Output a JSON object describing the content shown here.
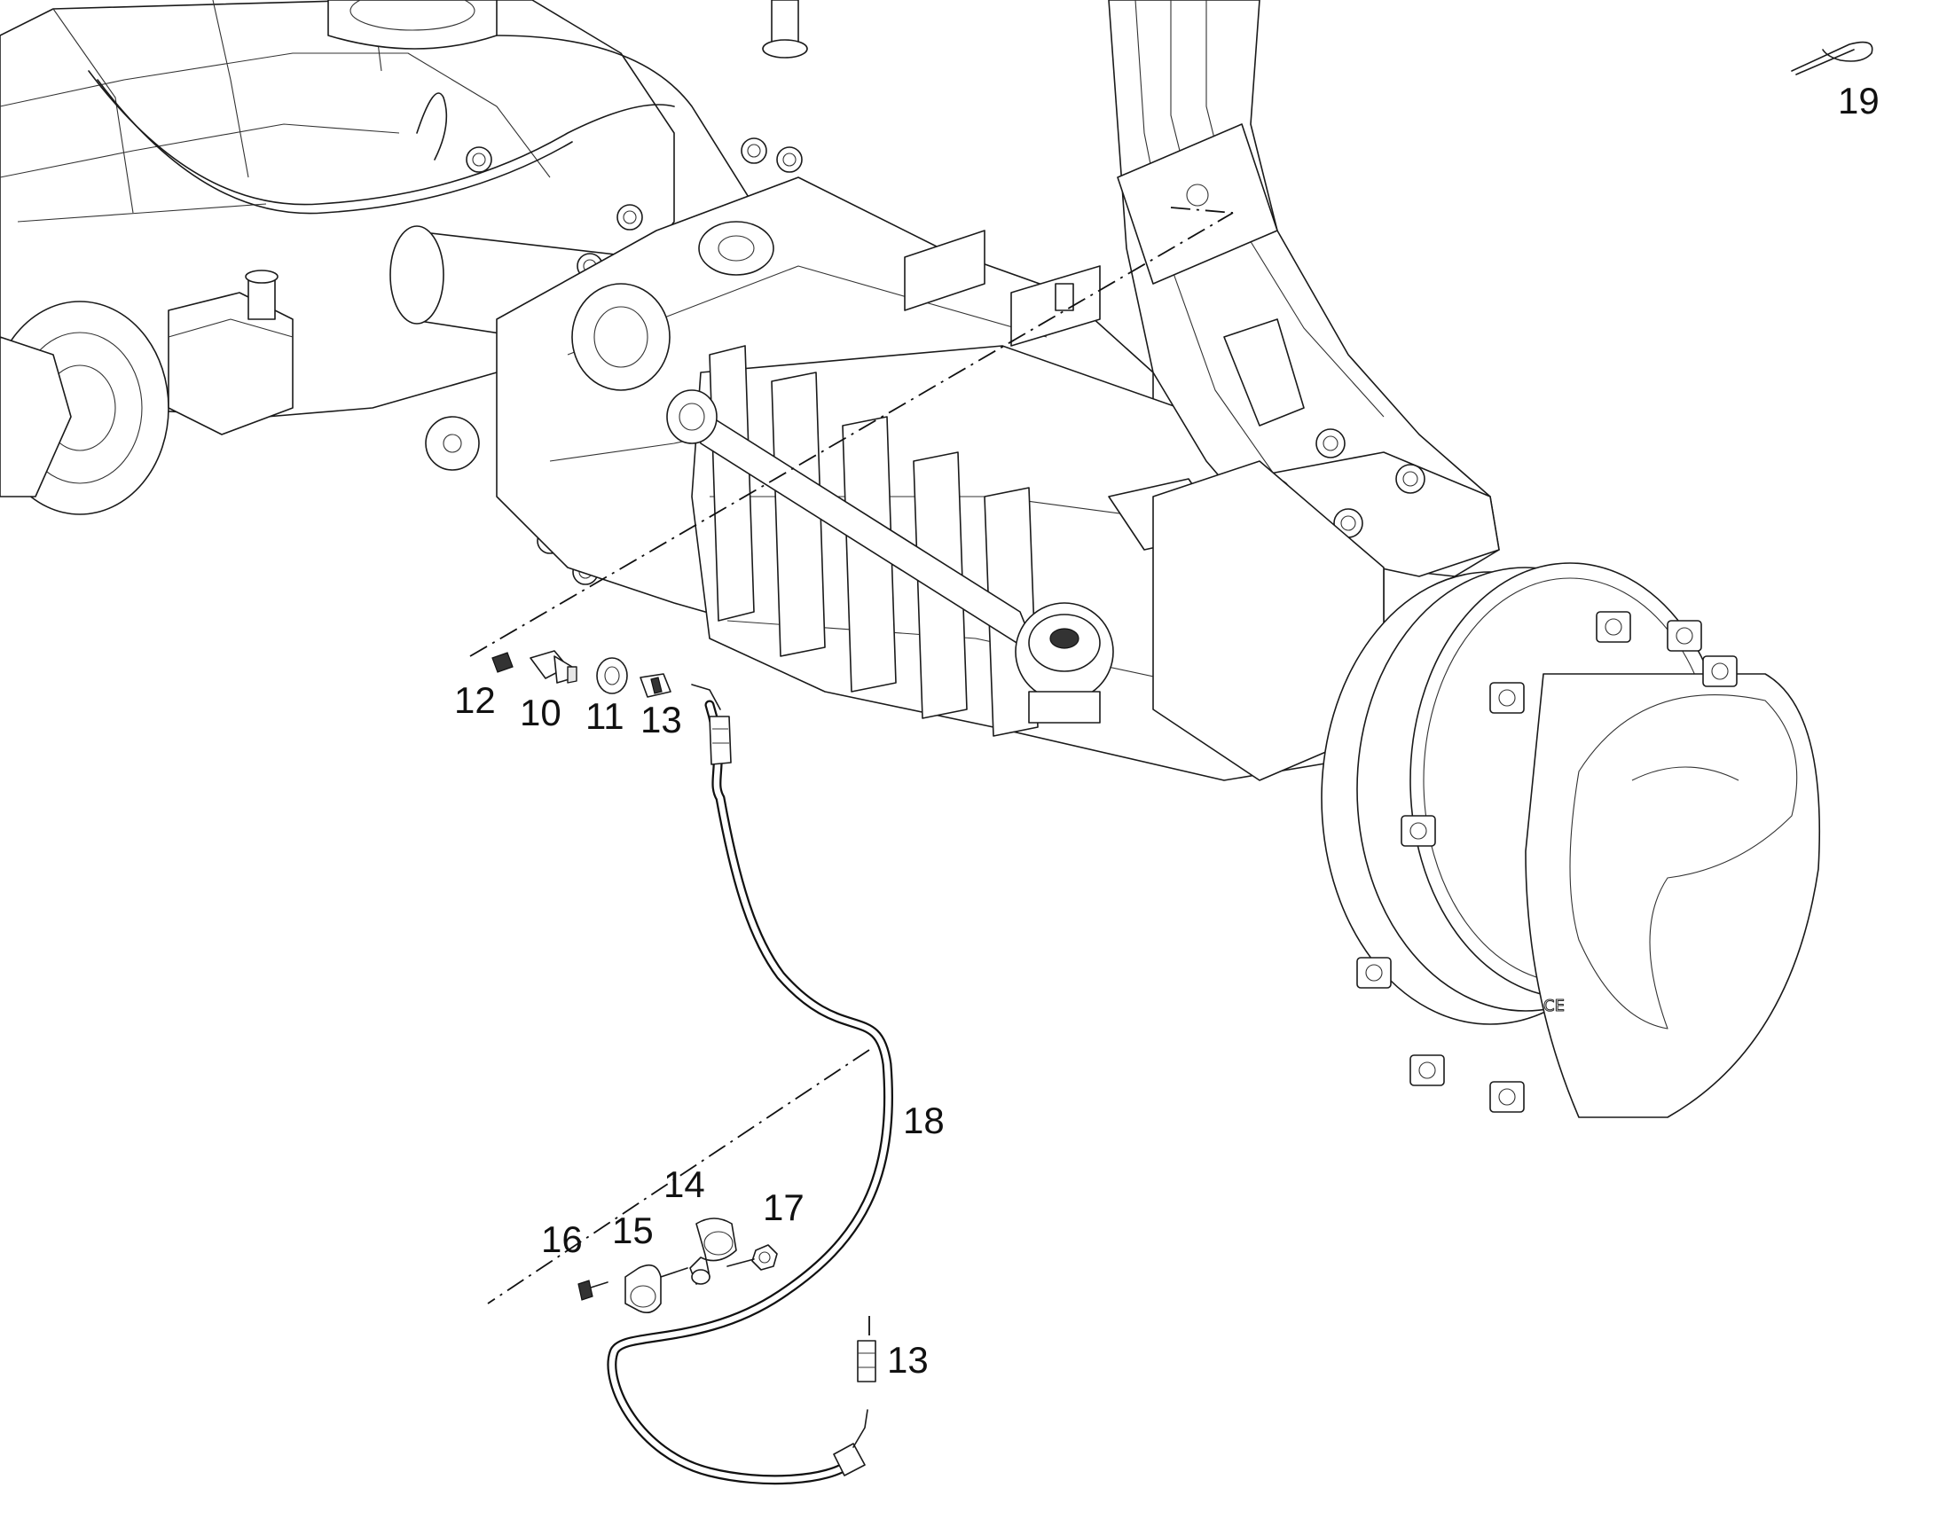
{
  "diagram": {
    "callouts": {
      "c10": "10",
      "c11": "11",
      "c12": "12",
      "c13a": "13",
      "c13b": "13",
      "c14": "14",
      "c15": "15",
      "c16": "16",
      "c17": "17",
      "c18": "18",
      "c19": "19"
    },
    "cover_marking": "CE"
  }
}
